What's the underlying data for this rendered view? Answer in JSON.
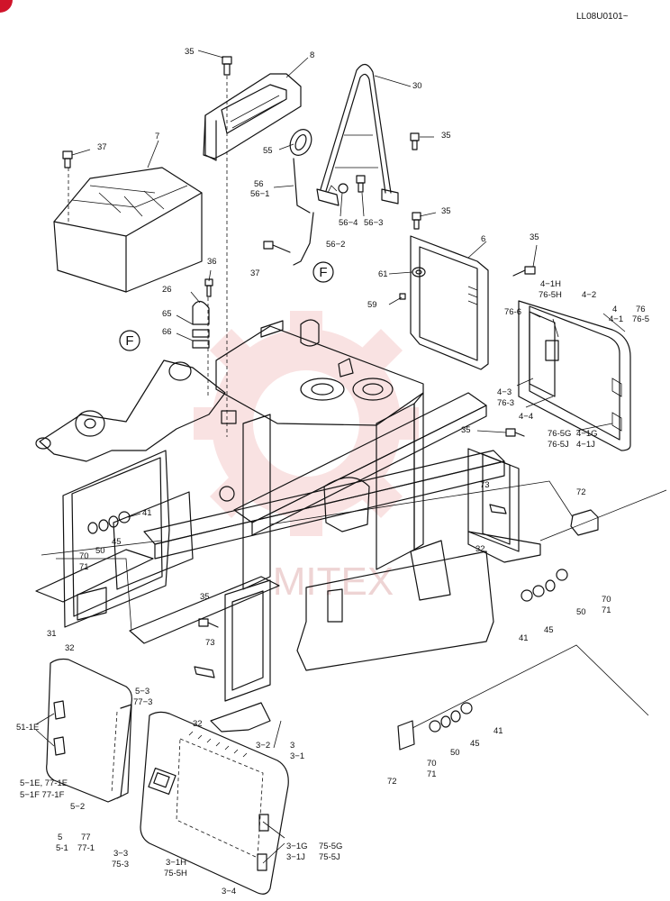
{
  "doc_code": "LL08U0101~",
  "watermark_text": "MITEX",
  "colors": {
    "ink": "#111111",
    "watermark": "#f4c6c6",
    "corner_mark": "#d0142a"
  },
  "labels": [
    {
      "id": "l35a",
      "text": "35"
    },
    {
      "id": "l8",
      "text": "8"
    },
    {
      "id": "l30",
      "text": "30"
    },
    {
      "id": "l37a",
      "text": "37"
    },
    {
      "id": "l7",
      "text": "7"
    },
    {
      "id": "l55",
      "text": "55"
    },
    {
      "id": "l35b",
      "text": "35"
    },
    {
      "id": "l56",
      "text": "56"
    },
    {
      "id": "l561",
      "text": "56−1"
    },
    {
      "id": "l564",
      "text": "56−4"
    },
    {
      "id": "l563",
      "text": "56−3"
    },
    {
      "id": "l35c",
      "text": "35"
    },
    {
      "id": "l562",
      "text": "56−2"
    },
    {
      "id": "l37b",
      "text": "37"
    },
    {
      "id": "l6",
      "text": "6"
    },
    {
      "id": "l36",
      "text": "36"
    },
    {
      "id": "l35d",
      "text": "35"
    },
    {
      "id": "l61",
      "text": "61"
    },
    {
      "id": "l26",
      "text": "26"
    },
    {
      "id": "l4_1h",
      "text": "4−1H"
    },
    {
      "id": "l76_5h",
      "text": "76-5H"
    },
    {
      "id": "l42",
      "text": "4−2"
    },
    {
      "id": "l4",
      "text": "4"
    },
    {
      "id": "l76",
      "text": "76"
    },
    {
      "id": "l41",
      "text": "4−1"
    },
    {
      "id": "l765",
      "text": "76-5"
    },
    {
      "id": "l59",
      "text": "59"
    },
    {
      "id": "l766",
      "text": "76-6"
    },
    {
      "id": "l65",
      "text": "65"
    },
    {
      "id": "l66",
      "text": "66"
    },
    {
      "id": "l43",
      "text": "4−3"
    },
    {
      "id": "l763",
      "text": "76-3"
    },
    {
      "id": "l44",
      "text": "4−4"
    },
    {
      "id": "l35e",
      "text": "35"
    },
    {
      "id": "l765g",
      "text": "76-5G"
    },
    {
      "id": "l41g",
      "text": "4−1G"
    },
    {
      "id": "l765j",
      "text": "76-5J"
    },
    {
      "id": "l41j",
      "text": "4−1J"
    },
    {
      "id": "l41a",
      "text": "41"
    },
    {
      "id": "l45a",
      "text": "45"
    },
    {
      "id": "l70a",
      "text": "70"
    },
    {
      "id": "l50a",
      "text": "50"
    },
    {
      "id": "l71a",
      "text": "71"
    },
    {
      "id": "l73a",
      "text": "73"
    },
    {
      "id": "l72a",
      "text": "72"
    },
    {
      "id": "l32a",
      "text": "32"
    },
    {
      "id": "l70b",
      "text": "70"
    },
    {
      "id": "l71b",
      "text": "71"
    },
    {
      "id": "l50b",
      "text": "50"
    },
    {
      "id": "l41b",
      "text": "41"
    },
    {
      "id": "l45b",
      "text": "45"
    },
    {
      "id": "l31",
      "text": "31"
    },
    {
      "id": "l32b",
      "text": "32"
    },
    {
      "id": "l35f",
      "text": "35"
    },
    {
      "id": "l73b",
      "text": "73"
    },
    {
      "id": "l53",
      "text": "5−3"
    },
    {
      "id": "l773",
      "text": "77−3"
    },
    {
      "id": "l32c",
      "text": "32"
    },
    {
      "id": "l41c",
      "text": "41"
    },
    {
      "id": "l45c",
      "text": "45"
    },
    {
      "id": "l511e",
      "text": "51-1E"
    },
    {
      "id": "l50c",
      "text": "50"
    },
    {
      "id": "l70c",
      "text": "70"
    },
    {
      "id": "l71c",
      "text": "71"
    },
    {
      "id": "l32_",
      "text": "3−2"
    },
    {
      "id": "l3",
      "text": "3"
    },
    {
      "id": "l31_",
      "text": "3−1"
    },
    {
      "id": "l51e",
      "text": "5−1E, 77-1E"
    },
    {
      "id": "l51f",
      "text": "5−1F  77-1F"
    },
    {
      "id": "l72b",
      "text": "72"
    },
    {
      "id": "l52",
      "text": "5−2"
    },
    {
      "id": "l5",
      "text": "5"
    },
    {
      "id": "l77",
      "text": "77"
    },
    {
      "id": "l51",
      "text": "5-1"
    },
    {
      "id": "l771",
      "text": "77-1"
    },
    {
      "id": "l31g",
      "text": "3−1G"
    },
    {
      "id": "l755g",
      "text": "75-5G"
    },
    {
      "id": "l31j",
      "text": "3−1J"
    },
    {
      "id": "l755j",
      "text": "75-5J"
    },
    {
      "id": "l33",
      "text": "3−3"
    },
    {
      "id": "l753",
      "text": "75-3"
    },
    {
      "id": "l31h",
      "text": "3−1H"
    },
    {
      "id": "l755h",
      "text": "75-5H"
    },
    {
      "id": "l34",
      "text": "3−4"
    }
  ],
  "callouts": [
    {
      "id": "F1",
      "text": "F"
    },
    {
      "id": "F2",
      "text": "F"
    }
  ]
}
